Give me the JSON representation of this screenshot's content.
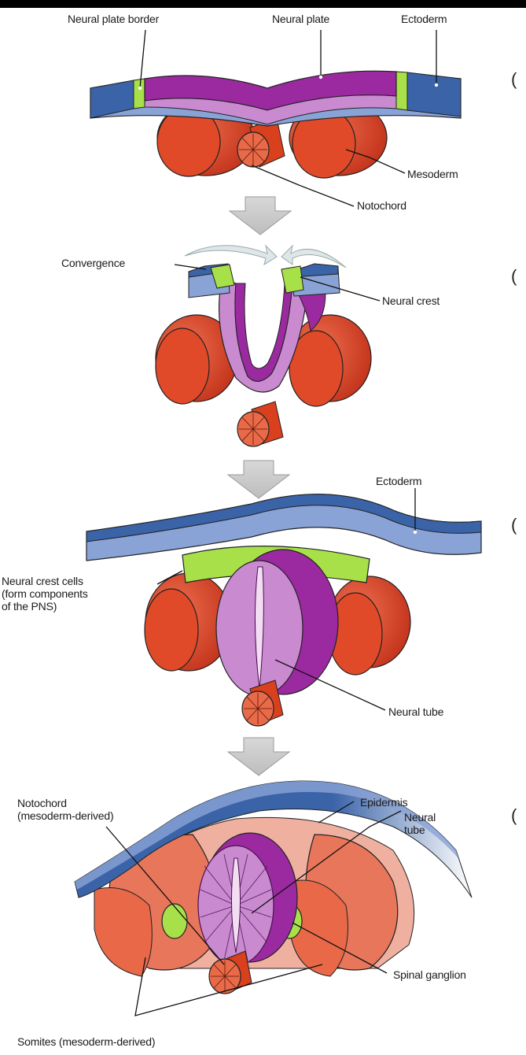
{
  "panel_a": {
    "neural_plate_border": "Neural plate border",
    "neural_plate": "Neural plate",
    "ectoderm": "Ectoderm",
    "mesoderm": "Mesoderm",
    "notochord": "Notochord",
    "step_mark": "("
  },
  "panel_b": {
    "convergence": "Convergence",
    "neural_crest": "Neural crest",
    "step_mark": "("
  },
  "panel_c": {
    "ectoderm": "Ectoderm",
    "neural_crest_cells": "Neural crest cells (form components of the PNS)",
    "neural_crest_cells_l1": "Neural crest cells",
    "neural_crest_cells_l2": "(form components",
    "neural_crest_cells_l3": "of the PNS)",
    "neural_tube": "Neural tube",
    "step_mark": "("
  },
  "panel_d": {
    "notochord_l1": "Notochord",
    "notochord_l2": "(mesoderm-derived)",
    "epidermis": "Epidermis",
    "neural_tube_l1": "Neural",
    "neural_tube_l2": "tube",
    "spinal_ganglion": "Spinal ganglion",
    "somites": "Somites (mesoderm-derived)",
    "step_mark": "("
  },
  "colors": {
    "ectoderm_blue": "#3a63a8",
    "ectoderm_light": "#8aa3d6",
    "neural_purple": "#9b2aa0",
    "neural_light": "#c98ad0",
    "crest_green": "#a8e04a",
    "mesoderm_red": "#d8401e",
    "somite_salmon": "#e8765a",
    "arrow_gray": "#c8c8c8"
  }
}
